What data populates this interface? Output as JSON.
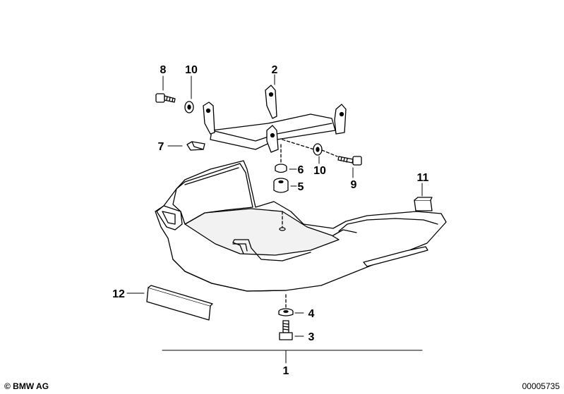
{
  "callouts": {
    "c1": "1",
    "c2": "2",
    "c3": "3",
    "c4": "4",
    "c5": "5",
    "c6": "6",
    "c7": "7",
    "c8": "8",
    "c9": "9",
    "c10a": "10",
    "c10b": "10",
    "c11": "11",
    "c12": "12"
  },
  "footer": {
    "copyright": "© BMW AG",
    "doc_number": "00005735"
  }
}
